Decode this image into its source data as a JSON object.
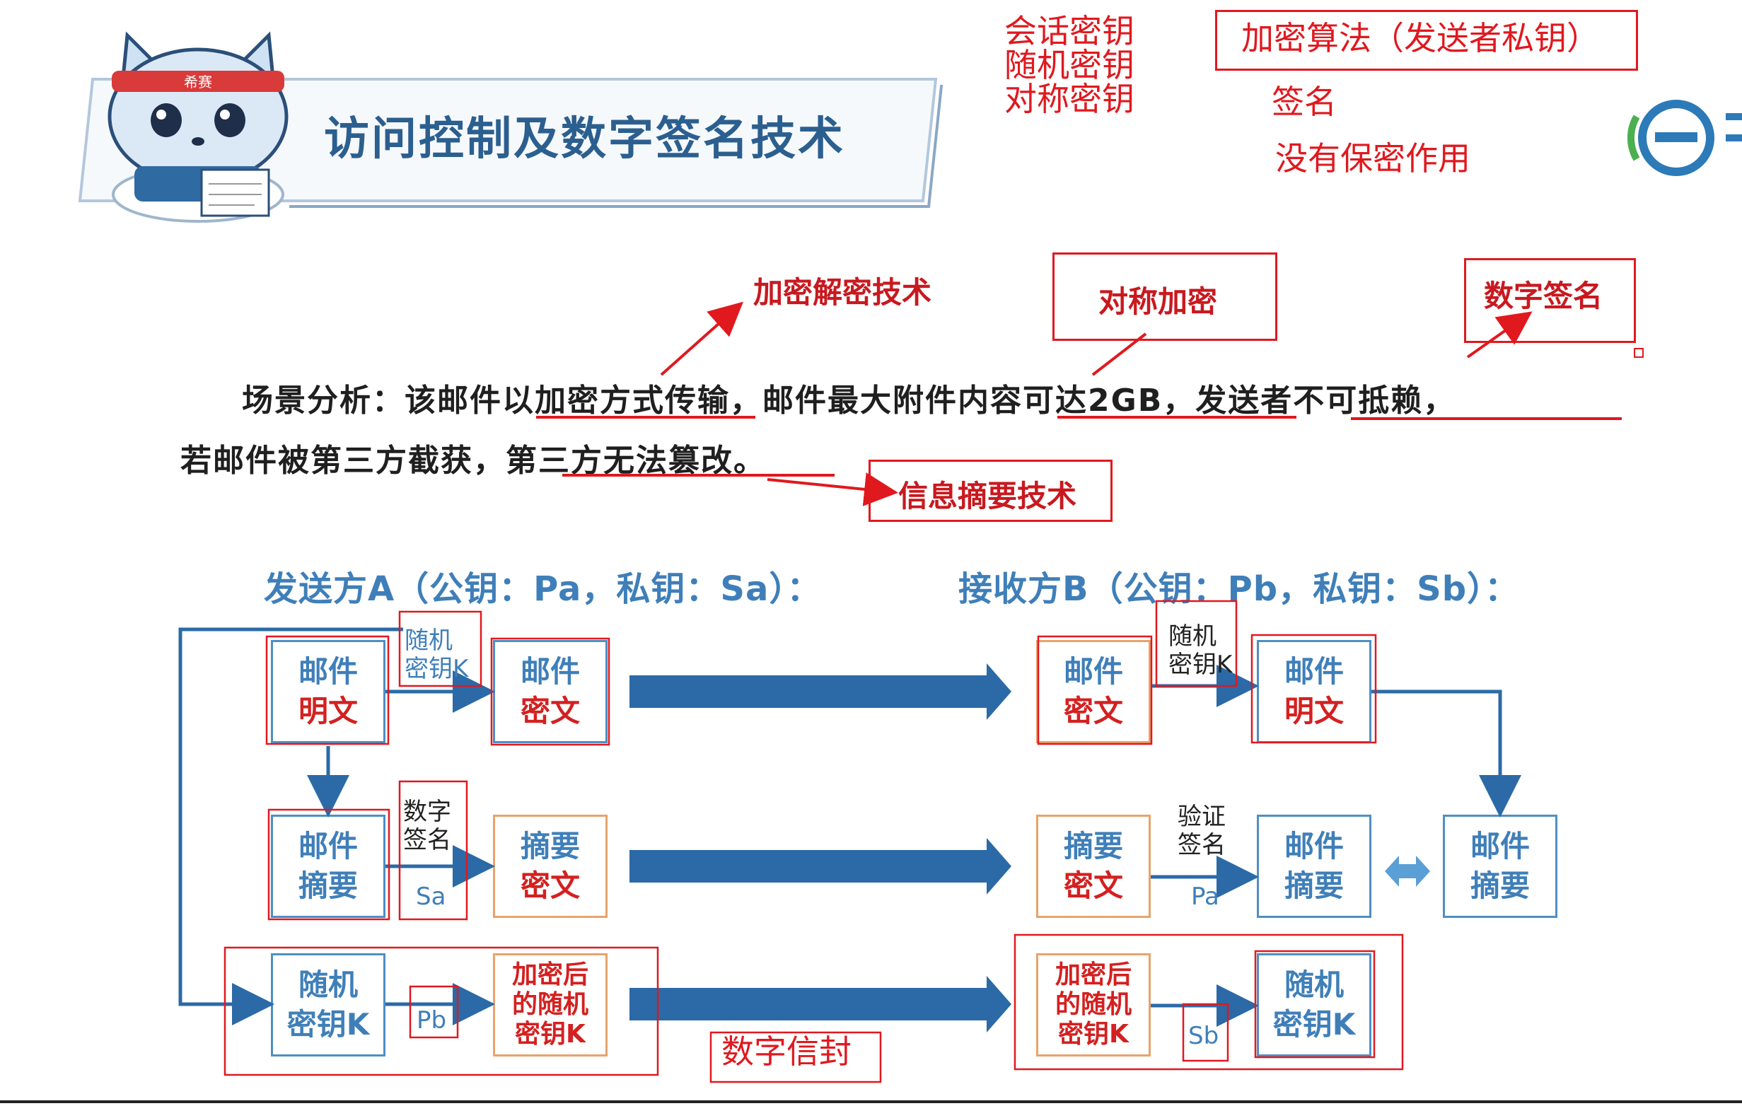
{
  "header": {
    "title": "访问控制及数字签名技术",
    "cat_tag": "希赛"
  },
  "top_notes": {
    "key_names": [
      "会话密钥",
      "随机密钥",
      "对称密钥"
    ],
    "algorithm": "加密算法（发送者私钥）",
    "signature": "签名",
    "no_secrecy": "没有保密作用"
  },
  "annotations": {
    "encrypt_tech": "加密解密技术",
    "symmetric": "对称加密",
    "digital_signature": "数字签名",
    "digest_tech": "信息摘要技术",
    "digital_envelope": "数字信封"
  },
  "scenario": {
    "line1": "场景分析：该邮件以加密方式传输，邮件最大附件内容可达2GB，发送者不可抵赖，",
    "line2": "若邮件被第三方截获，第三方无法篡改。"
  },
  "parties": {
    "sender": "发送方A（公钥：Pa，私钥：Sa）：",
    "receiver": "接收方B（公钥：Pb，私钥：Sb）："
  },
  "sender_boxes": {
    "plain": [
      "邮件",
      "明文"
    ],
    "cipher": [
      "邮件",
      "密文"
    ],
    "digest": [
      "邮件",
      "摘要"
    ],
    "digest_cipher": [
      "摘要",
      "密文"
    ],
    "random_key": [
      "随机",
      "密钥K"
    ],
    "enc_key": [
      "加密后",
      "的随机",
      "密钥K"
    ]
  },
  "receiver_boxes": {
    "cipher": [
      "邮件",
      "密文"
    ],
    "plain": [
      "邮件",
      "明文"
    ],
    "digest_cipher": [
      "摘要",
      "密文"
    ],
    "digest": [
      "邮件",
      "摘要"
    ],
    "digest2": [
      "邮件",
      "摘要"
    ],
    "enc_key": [
      "加密后",
      "的随机",
      "密钥K"
    ],
    "random_key": [
      "随机",
      "密钥K"
    ]
  },
  "edge_labels": {
    "s_random_key": [
      "随机",
      "密钥K"
    ],
    "s_sign": [
      "数字",
      "签名"
    ],
    "s_sa": "Sa",
    "s_pb": "Pb",
    "r_random_key": [
      "随机",
      "密钥K"
    ],
    "r_verify": [
      "验证",
      "签名"
    ],
    "r_pa": "Pa",
    "r_sb": "Sb"
  },
  "colors": {
    "blue": "#3f7fb9",
    "red": "#d42020",
    "orange_border": "#e8a36b",
    "annotation_red": "#e0191f"
  }
}
